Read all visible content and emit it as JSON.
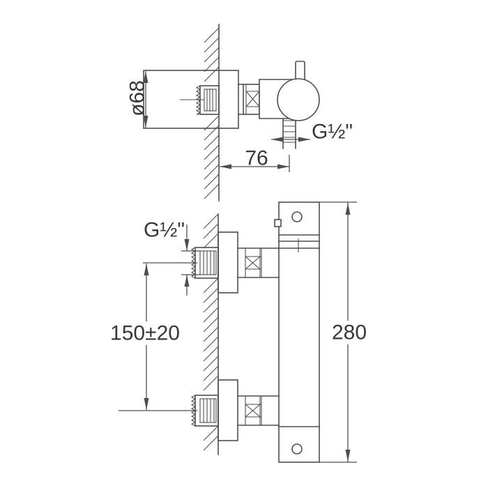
{
  "colors": {
    "background": "#ffffff",
    "line": "#4b4e52",
    "text": "#35383b"
  },
  "views": {
    "side_view": {
      "labels": {
        "escutcheon_diameter": "ø68",
        "outlet_thread": "G½\"",
        "wall_to_outlet_distance": "76"
      }
    },
    "front_view": {
      "labels": {
        "inlet_thread": "G½\"",
        "inlet_spacing": "150±20",
        "total_height": "280"
      }
    }
  }
}
